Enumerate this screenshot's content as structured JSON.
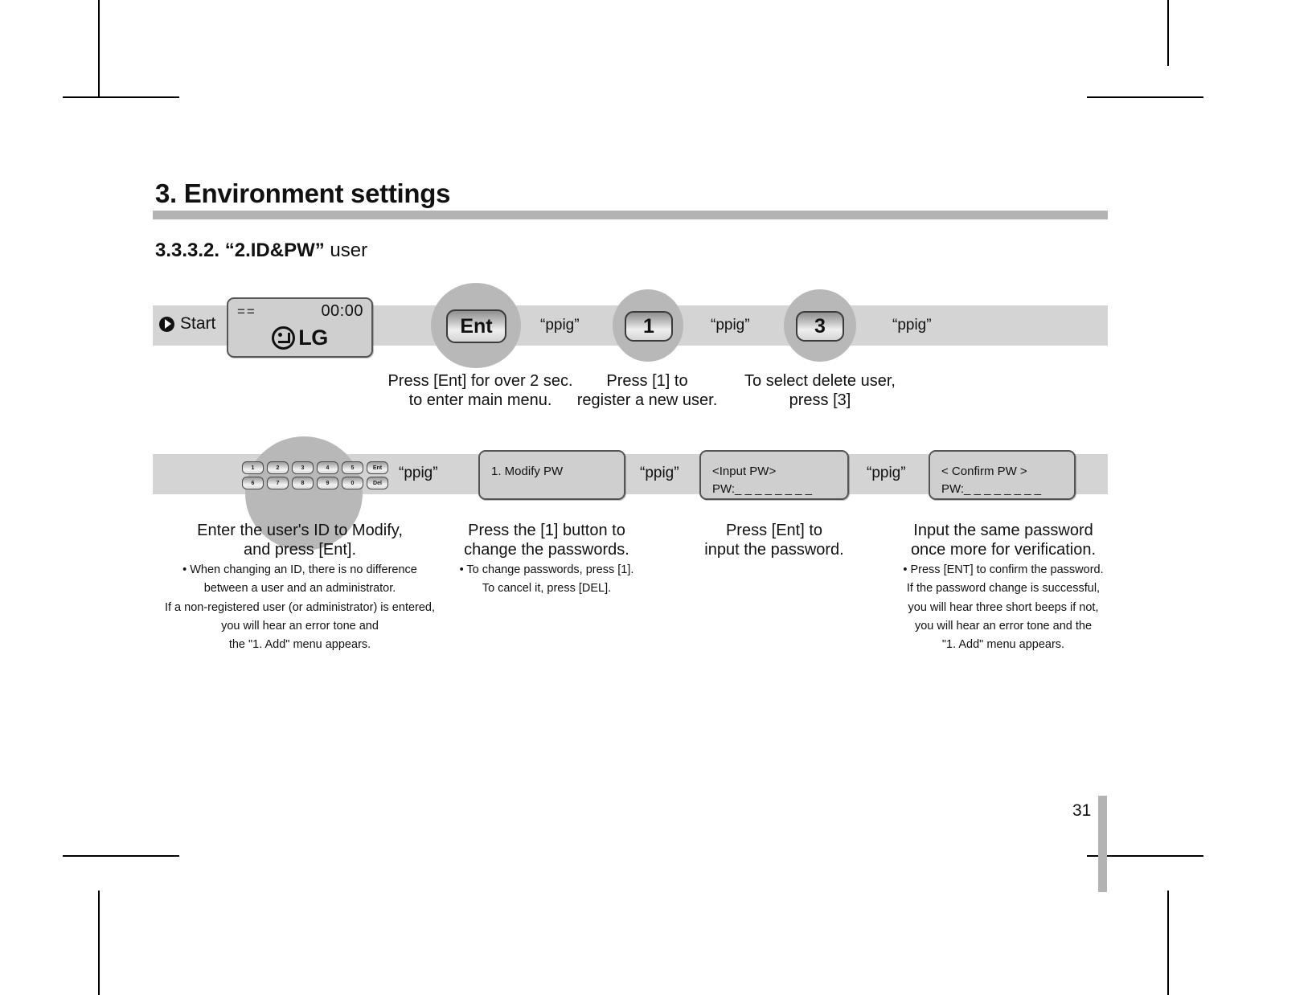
{
  "document": {
    "chapter_title": "3. Environment settings",
    "section_number": "3.3.3.2.",
    "section_quoted": "“2.ID&PW”",
    "section_tail": "user",
    "page_number": "31",
    "accent_color": "#b3b3b3",
    "band_color": "#d4d4d4",
    "ellipse_color": "#b8b8b8",
    "lcd_fill": "#cfcfcf",
    "lcd_border": "#555555"
  },
  "flow": {
    "start_label": "Start",
    "start_icon": "play-circle-icon",
    "row1": {
      "display_start": {
        "equals": "==",
        "time": "00:00",
        "brand": "LG"
      },
      "steps": [
        {
          "key_label": "Ent",
          "sound": "“ppig”",
          "caption_line1": "Press [Ent] for over 2 sec.",
          "caption_line2": "to enter main menu."
        },
        {
          "key_label": "1",
          "sound": "“ppig”",
          "caption_line1": "Press [1] to",
          "caption_line2": "register a new user."
        },
        {
          "key_label": "3",
          "sound": "“ppig”",
          "caption_line1": "To select delete user,",
          "caption_line2": "press [3]"
        }
      ]
    },
    "row2": {
      "keypad": {
        "row_top": [
          "1",
          "2",
          "3",
          "4",
          "5",
          "Ent"
        ],
        "row_bottom": [
          "6",
          "7",
          "8",
          "9",
          "0",
          "Del"
        ],
        "sound": "“ppig”",
        "caption_line1": "Enter the user's ID to Modify,",
        "caption_line2": "and press [Ent].",
        "note_line1": "• When changing an ID, there is no difference",
        "note_line2": "between a user and an administrator.",
        "note_line3": "If a non-registered user (or administrator) is entered,",
        "note_line4": "you will hear an error tone and",
        "note_line5": "the \"1. Add\" menu appears."
      },
      "modify": {
        "display_line1": "1. Modify PW",
        "sound": "“ppig”",
        "caption_line1": "Press the [1] button to",
        "caption_line2": "change the passwords.",
        "note_line1": "• To change passwords, press [1].",
        "note_line2": "To cancel it, press [DEL]."
      },
      "input_pw": {
        "display_line1": "<Input PW>",
        "display_line2": "PW:_ _ _ _ _ _ _ _",
        "sound": "“ppig”",
        "caption_line1": "Press [Ent] to",
        "caption_line2": "input the password."
      },
      "confirm_pw": {
        "display_line1": "< Confirm PW >",
        "display_line2": "PW:_ _ _ _ _ _ _ _",
        "caption_line1": "Input the same password",
        "caption_line2": "once more for verification.",
        "note_line1": "• Press [ENT] to confirm the password.",
        "note_line2": "If the password change is successful,",
        "note_line3": "you will hear three short beeps if not,",
        "note_line4": "you will hear an error tone and the",
        "note_line5": "\"1. Add\" menu appears."
      }
    }
  }
}
